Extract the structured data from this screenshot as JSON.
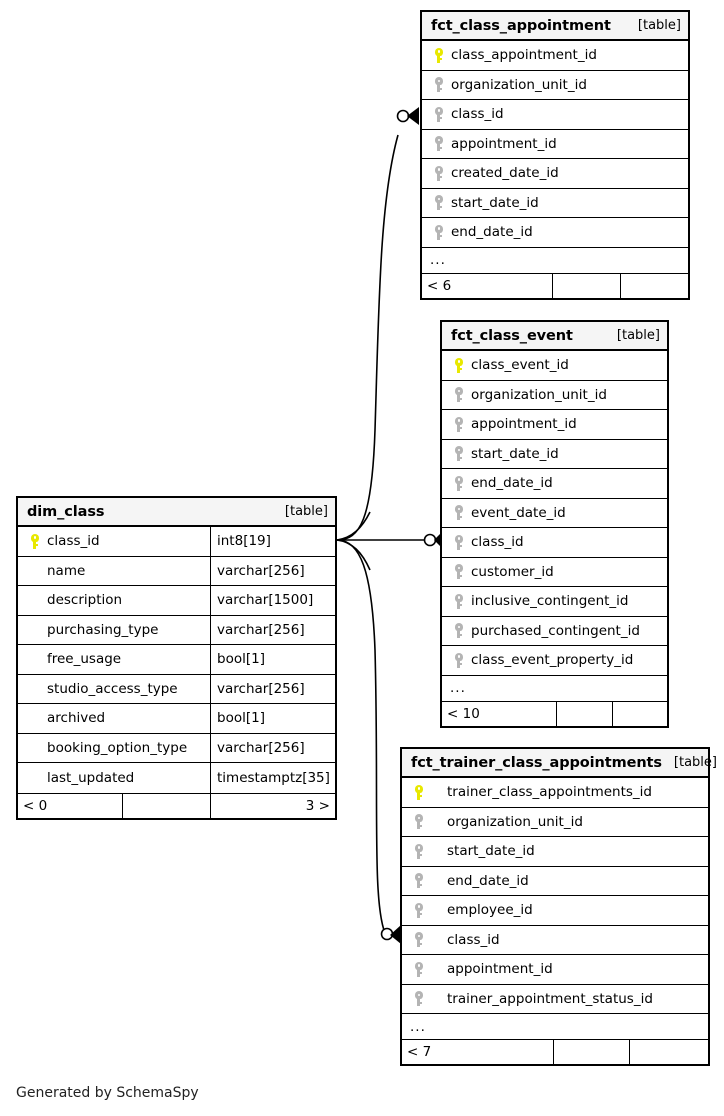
{
  "diagram": {
    "generator_caption": "Generated by SchemaSpy",
    "table_kind_label": "[table]",
    "ellipsis": "...",
    "colors": {
      "primary_key": "#e8e800",
      "foreign_key": "#b4b4b4",
      "header_background": "#f5f5f5",
      "border": "#000000",
      "canvas_background": "#ffffff"
    }
  },
  "tables": [
    {
      "id": "fct_class_appointment",
      "name": "fct_class_appointment",
      "kind": "[table]",
      "columns": [
        {
          "name": "class_appointment_id",
          "key": "pk",
          "type": ""
        },
        {
          "name": "organization_unit_id",
          "key": "fk",
          "type": ""
        },
        {
          "name": "class_id",
          "key": "fk",
          "type": ""
        },
        {
          "name": "appointment_id",
          "key": "fk",
          "type": ""
        },
        {
          "name": "created_date_id",
          "key": "fk",
          "type": ""
        },
        {
          "name": "start_date_id",
          "key": "fk",
          "type": ""
        },
        {
          "name": "end_date_id",
          "key": "fk",
          "type": ""
        }
      ],
      "has_more": true,
      "footer": {
        "left": "< 6",
        "middle": "",
        "right": ""
      }
    },
    {
      "id": "fct_class_event",
      "name": "fct_class_event",
      "kind": "[table]",
      "columns": [
        {
          "name": "class_event_id",
          "key": "pk",
          "type": ""
        },
        {
          "name": "organization_unit_id",
          "key": "fk",
          "type": ""
        },
        {
          "name": "appointment_id",
          "key": "fk",
          "type": ""
        },
        {
          "name": "start_date_id",
          "key": "fk",
          "type": ""
        },
        {
          "name": "end_date_id",
          "key": "fk",
          "type": ""
        },
        {
          "name": "event_date_id",
          "key": "fk",
          "type": ""
        },
        {
          "name": "class_id",
          "key": "fk",
          "type": ""
        },
        {
          "name": "customer_id",
          "key": "fk",
          "type": ""
        },
        {
          "name": "inclusive_contingent_id",
          "key": "fk",
          "type": ""
        },
        {
          "name": "purchased_contingent_id",
          "key": "fk",
          "type": ""
        },
        {
          "name": "class_event_property_id",
          "key": "fk",
          "type": ""
        }
      ],
      "has_more": true,
      "footer": {
        "left": "< 10",
        "middle": "",
        "right": ""
      }
    },
    {
      "id": "dim_class",
      "name": "dim_class",
      "kind": "[table]",
      "columns": [
        {
          "name": "class_id",
          "key": "pk",
          "type": "int8[19]"
        },
        {
          "name": "name",
          "key": "none",
          "type": "varchar[256]"
        },
        {
          "name": "description",
          "key": "none",
          "type": "varchar[1500]"
        },
        {
          "name": "purchasing_type",
          "key": "none",
          "type": "varchar[256]"
        },
        {
          "name": "free_usage",
          "key": "none",
          "type": "bool[1]"
        },
        {
          "name": "studio_access_type",
          "key": "none",
          "type": "varchar[256]"
        },
        {
          "name": "archived",
          "key": "none",
          "type": "bool[1]"
        },
        {
          "name": "booking_option_type",
          "key": "none",
          "type": "varchar[256]"
        },
        {
          "name": "last_updated",
          "key": "none",
          "type": "timestamptz[35]"
        }
      ],
      "has_more": false,
      "footer": {
        "left": "< 0",
        "middle": "",
        "right": "3 >"
      }
    },
    {
      "id": "fct_trainer_class_appointments",
      "name": "fct_trainer_class_appointments",
      "kind": "[table]",
      "columns": [
        {
          "name": "trainer_class_appointments_id",
          "key": "pk",
          "type": ""
        },
        {
          "name": "organization_unit_id",
          "key": "fk",
          "type": ""
        },
        {
          "name": "start_date_id",
          "key": "fk",
          "type": ""
        },
        {
          "name": "end_date_id",
          "key": "fk",
          "type": ""
        },
        {
          "name": "employee_id",
          "key": "fk",
          "type": ""
        },
        {
          "name": "class_id",
          "key": "fk",
          "type": ""
        },
        {
          "name": "appointment_id",
          "key": "fk",
          "type": ""
        },
        {
          "name": "trainer_appointment_status_id",
          "key": "fk",
          "type": ""
        }
      ],
      "has_more": true,
      "footer": {
        "left": "< 7",
        "middle": "",
        "right": ""
      }
    }
  ],
  "relationships": [
    {
      "from": "dim_class.class_id",
      "to": "fct_class_appointment.class_id",
      "from_cardinality": "crows-foot-many",
      "to_cardinality": "zero-or-one"
    },
    {
      "from": "dim_class.class_id",
      "to": "fct_class_event.class_id",
      "from_cardinality": "crows-foot-many",
      "to_cardinality": "zero-or-one"
    },
    {
      "from": "dim_class.class_id",
      "to": "fct_trainer_class_appointments.class_id",
      "from_cardinality": "crows-foot-many",
      "to_cardinality": "zero-or-one"
    }
  ]
}
